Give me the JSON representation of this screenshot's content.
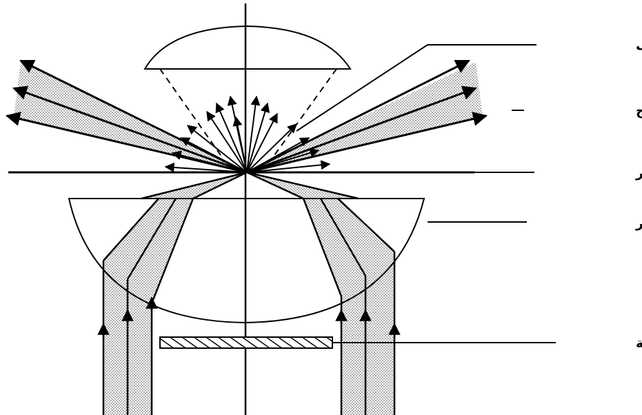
{
  "diagram": {
    "labels": {
      "deflected_ray": "شعاع منحرف",
      "direct_ray_out": "شعاع مباشر خارج",
      "microscope_stage": "مسرح المجهر",
      "condenser_lens": "عدسة مكثف المجهر",
      "annular_ring": "حلقة مركزية"
    },
    "colors": {
      "ink": "#000000",
      "paper": "#ffffff",
      "stipple": "#9a9a9a"
    }
  }
}
